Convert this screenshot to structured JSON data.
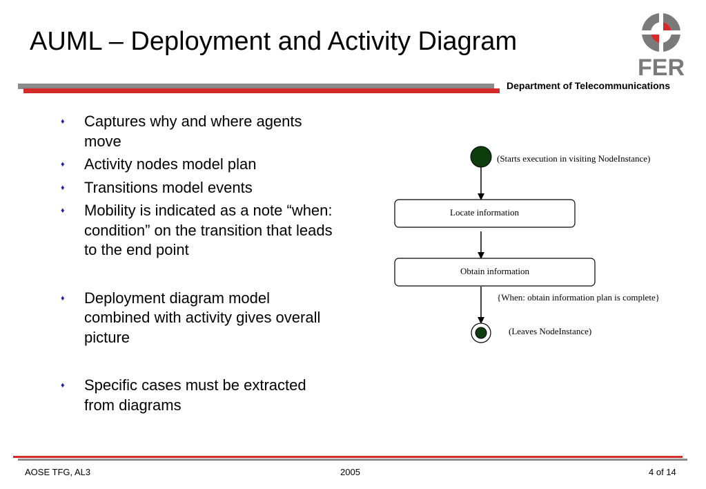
{
  "slide": {
    "title": "AUML – Deployment and Activity Diagram",
    "department": "Department of Telecommunications"
  },
  "logo": {
    "icon": "fer-logo-icon",
    "text": "FER"
  },
  "bullets": [
    {
      "text": "Captures why and where agents move"
    },
    {
      "text": "Activity nodes model plan"
    },
    {
      "text": "Transitions model events"
    },
    {
      "text": "Mobility is indicated as a note “when: condition” on the transition that leads to the end point"
    },
    {
      "text": "Deployment diagram model combined with activity gives overall picture"
    },
    {
      "text": "Specific cases must be extracted from diagrams"
    }
  ],
  "diagram": {
    "start_note": "(Starts execution in visiting NodeInstance)",
    "activity_1": "Locate information",
    "activity_2": "Obtain information",
    "transition_guard": "{When: obtain information plan is complete}",
    "end_note": "(Leaves NodeInstance)",
    "node_color": "#0d3d0d"
  },
  "footer": {
    "left": "AOSE TFG, AL3",
    "center": "2005",
    "right": "4 of 14"
  },
  "colors": {
    "accent_red": "#d42a2a",
    "accent_gray": "#8a8a8a",
    "bullet_blue": "#1f1fb4"
  }
}
